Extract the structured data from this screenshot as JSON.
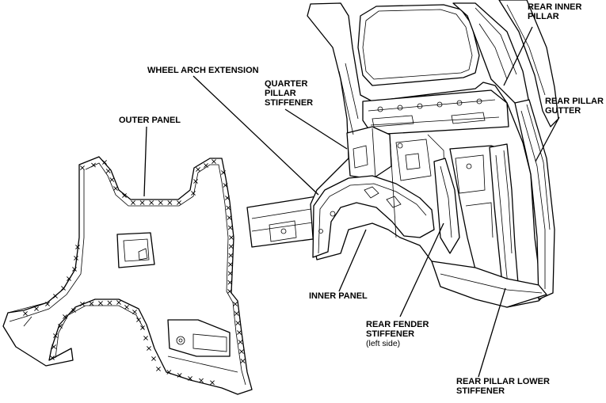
{
  "labels": {
    "rear_inner_pillar": [
      "REAR INNER",
      "PILLAR"
    ],
    "wheel_arch_extension": [
      "WHEEL ARCH EXTENSION"
    ],
    "quarter_pillar_stiffener": [
      "QUARTER",
      "PILLAR",
      "STIFFENER"
    ],
    "rear_pillar_gutter": [
      "REAR PILLAR",
      "GUTTER"
    ],
    "outer_panel": [
      "OUTER PANEL"
    ],
    "inner_panel": [
      "INNER PANEL"
    ],
    "rear_fender_stiffener": [
      "REAR FENDER",
      "STIFFENER",
      "(left side)"
    ],
    "rear_pillar_lower_stiffener": [
      "REAR PILLAR LOWER",
      "STIFFENER"
    ]
  },
  "colors": {
    "line": "#000000",
    "background": "#ffffff"
  }
}
